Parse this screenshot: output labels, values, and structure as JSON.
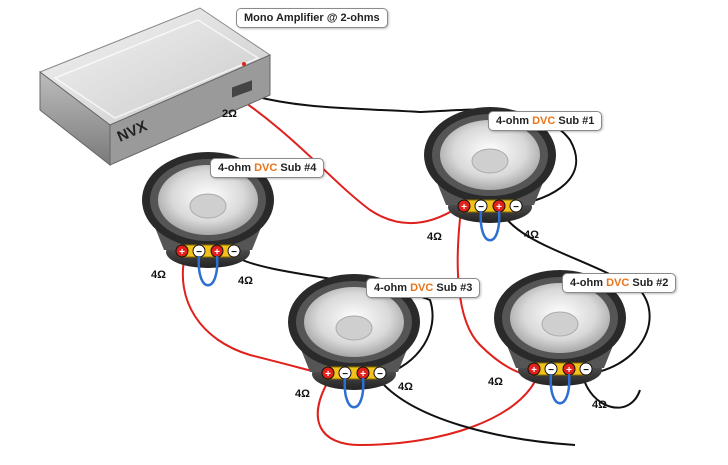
{
  "amplifier": {
    "brand": "NVX",
    "label": "Mono Amplifier @ 2-ohms",
    "output_impedance": "2Ω"
  },
  "speakers": [
    {
      "id": 1,
      "prefix": "4-ohm ",
      "dvc": "DVC",
      "suffix": " Sub #1",
      "left_ohm": "4Ω",
      "right_ohm": "4Ω"
    },
    {
      "id": 2,
      "prefix": "4-ohm ",
      "dvc": "DVC",
      "suffix": " Sub #2",
      "left_ohm": "4Ω",
      "right_ohm": "4Ω"
    },
    {
      "id": 3,
      "prefix": "4-ohm ",
      "dvc": "DVC",
      "suffix": " Sub #3",
      "left_ohm": "4Ω",
      "right_ohm": "4Ω"
    },
    {
      "id": 4,
      "prefix": "4-ohm ",
      "dvc": "DVC",
      "suffix": " Sub #4",
      "left_ohm": "4Ω",
      "right_ohm": "4Ω"
    }
  ],
  "terminal_symbols": {
    "positive": "+",
    "negative": "−"
  },
  "colors": {
    "positive_wire": "#e0201b",
    "negative_wire": "#111111",
    "jumper_wire": "#2f6fd1",
    "dvc_accent": "#e8741a"
  }
}
